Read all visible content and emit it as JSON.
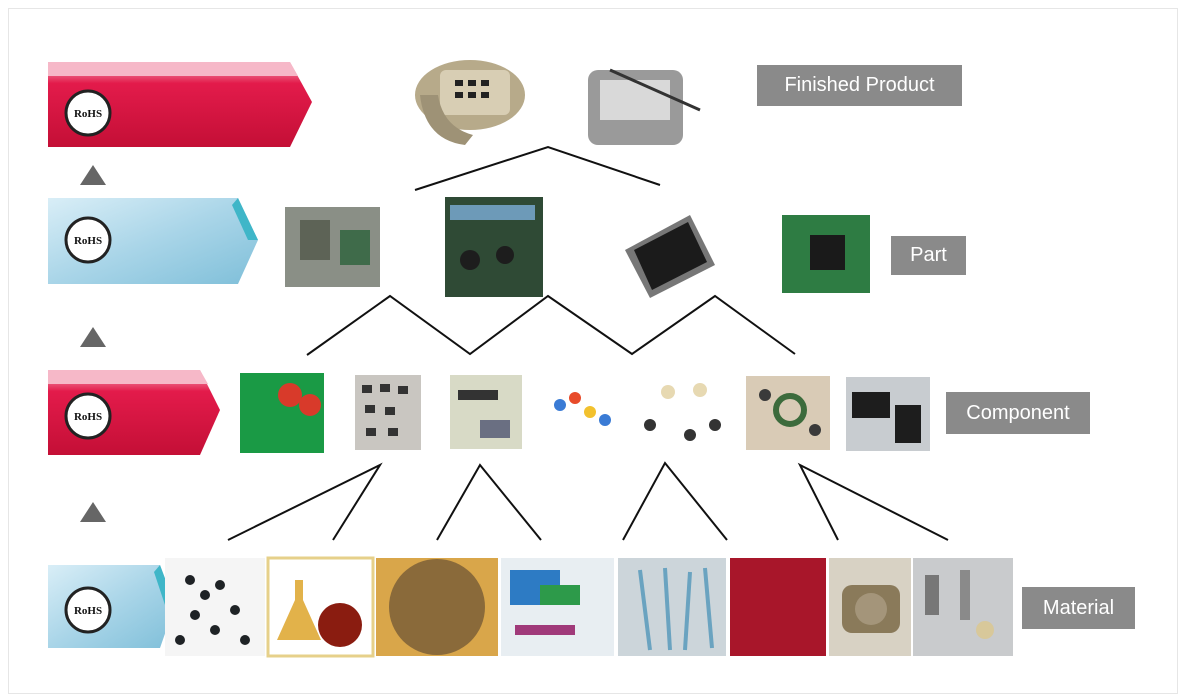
{
  "levels": [
    {
      "label": "Finished Product",
      "badge": "RoHS",
      "arrow_color": "red"
    },
    {
      "label": "Part",
      "badge": "RoHS",
      "arrow_color": "blue"
    },
    {
      "label": "Component",
      "badge": "RoHS",
      "arrow_color": "red"
    },
    {
      "label": "Material",
      "badge": "RoHS",
      "arrow_color": "blue"
    }
  ],
  "colors": {
    "red_arrow": "#d8123f",
    "red_arrow_light": "#f4a3b6",
    "blue_arrow": "#8fc6de",
    "blue_arrow_light": "#cfe8f3",
    "label_box": "#8a8a8a",
    "triangle": "#666666",
    "connector": "#111111"
  },
  "images": {
    "finished_product": [
      "telephone",
      "pda-handheld"
    ],
    "part": [
      "power-supply-board",
      "circuit-board",
      "lcd-screen",
      "chip-board"
    ],
    "component": [
      "capacitors",
      "chip-components",
      "resistor-strip",
      "colored-resistors",
      "inductors",
      "ferrite-cores",
      "ic-packages"
    ],
    "material": [
      "black-pellets",
      "chemical-flasks",
      "silicon-wafer",
      "paint-tubes",
      "glass-rods",
      "red-ok-sign",
      "metal-part",
      "metal-hardware"
    ]
  }
}
